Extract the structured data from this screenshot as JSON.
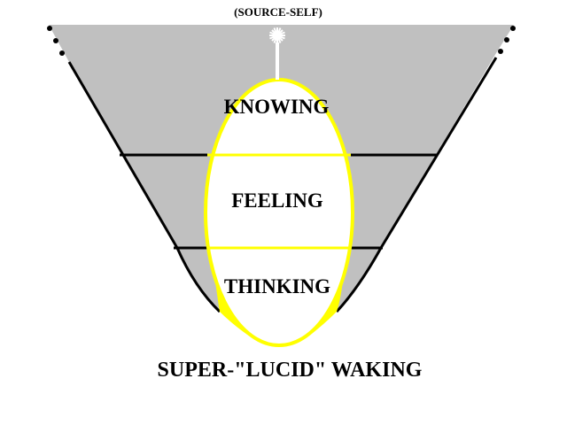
{
  "labels": {
    "top": "(SOURCE-SELF)",
    "level_1": "KNOWING",
    "level_2": "FEELING",
    "level_3": "THINKING",
    "bottom": "SUPER-\"LUCID\" WAKING"
  },
  "colors": {
    "funnel_fill": "#c0c0c0",
    "outline": "#000000",
    "yellow": "#ffff00",
    "background": "#ffffff",
    "text": "#000000"
  },
  "icons": {
    "source": "starburst-icon"
  }
}
